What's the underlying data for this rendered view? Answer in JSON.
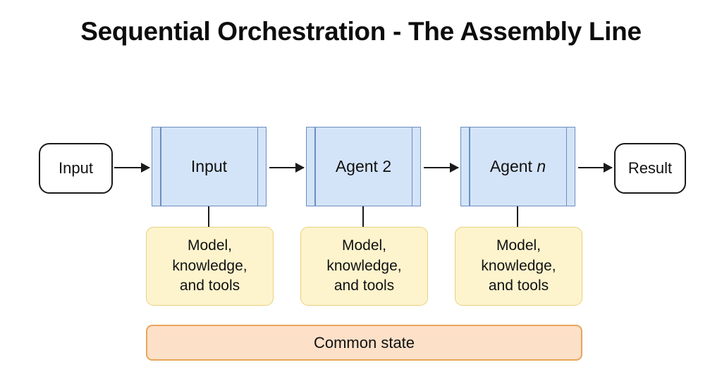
{
  "title": "Sequential Orchestration - The Assembly Line",
  "colors": {
    "process_fill": "#d4e4f8",
    "process_border": "#6c8ebf",
    "resource_fill": "#fdf4cd",
    "resource_border": "#e8d07f",
    "state_fill": "#fde0c8",
    "state_border": "#e8a55c",
    "line": "#1a1a1a",
    "background": "#ffffff"
  },
  "nodes": {
    "start": {
      "label": "Input"
    },
    "end": {
      "label": "Result"
    },
    "agents": [
      {
        "label": "Input",
        "emphasis": ""
      },
      {
        "label": "Agent 2",
        "emphasis": ""
      },
      {
        "label": "Agent ",
        "emphasis": "n"
      }
    ],
    "resources": [
      {
        "line1": "Model,",
        "line2": "knowledge,",
        "line3": "and tools"
      },
      {
        "line1": "Model,",
        "line2": "knowledge,",
        "line3": "and tools"
      },
      {
        "line1": "Model,",
        "line2": "knowledge,",
        "line3": "and tools"
      }
    ],
    "common_state": {
      "label": "Common state"
    }
  }
}
